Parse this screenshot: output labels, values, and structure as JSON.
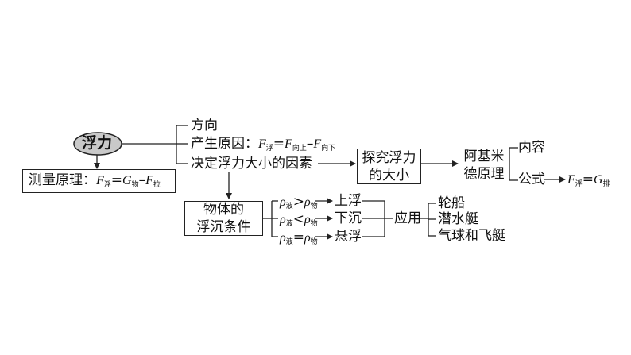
{
  "root": {
    "label": "浮力"
  },
  "measure": {
    "label": "测量原理：",
    "formula_F": "F",
    "formula_F_sub": "浮",
    "formula_eq": "=",
    "formula_G": "G",
    "formula_G_sub": "物",
    "formula_minus": "–",
    "formula_F2": "F",
    "formula_F2_sub": "拉"
  },
  "branches": {
    "direction": "方向",
    "cause_label": "产生原因：",
    "cause_F": "F",
    "cause_F_sub": "浮",
    "cause_eq": "=",
    "cause_F_up": "F",
    "cause_F_up_sub": "向上",
    "cause_minus": "–",
    "cause_F_down": "F",
    "cause_F_down_sub": "向下",
    "factors": "决定浮力大小的因素"
  },
  "explore": {
    "line1": "探究浮力",
    "line2": "的大小"
  },
  "archimedes": {
    "line1": "阿基米",
    "line2": "德原理",
    "content": "内容",
    "formula_label": "公式",
    "formula_F": "F",
    "formula_F_sub": "浮",
    "formula_eq": "=",
    "formula_G": "G",
    "formula_G_sub": "排"
  },
  "sink_float": {
    "line1": "物体的",
    "line2": "浮沉条件"
  },
  "conditions": [
    {
      "rho1": "ρ",
      "rho1_sub": "液",
      "op": ">",
      "rho2": "ρ",
      "rho2_sub": "物",
      "result": "上浮"
    },
    {
      "rho1": "ρ",
      "rho1_sub": "液",
      "op": "<",
      "rho2": "ρ",
      "rho2_sub": "物",
      "result": "下沉"
    },
    {
      "rho1": "ρ",
      "rho1_sub": "液",
      "op": "=",
      "rho2": "ρ",
      "rho2_sub": "物",
      "result": "悬浮"
    }
  ],
  "application": {
    "label": "应用",
    "items": [
      "轮船",
      "潜水艇",
      "气球和飞艇"
    ]
  },
  "colors": {
    "root_fill": "#c9c9c9",
    "line": "#222222"
  }
}
